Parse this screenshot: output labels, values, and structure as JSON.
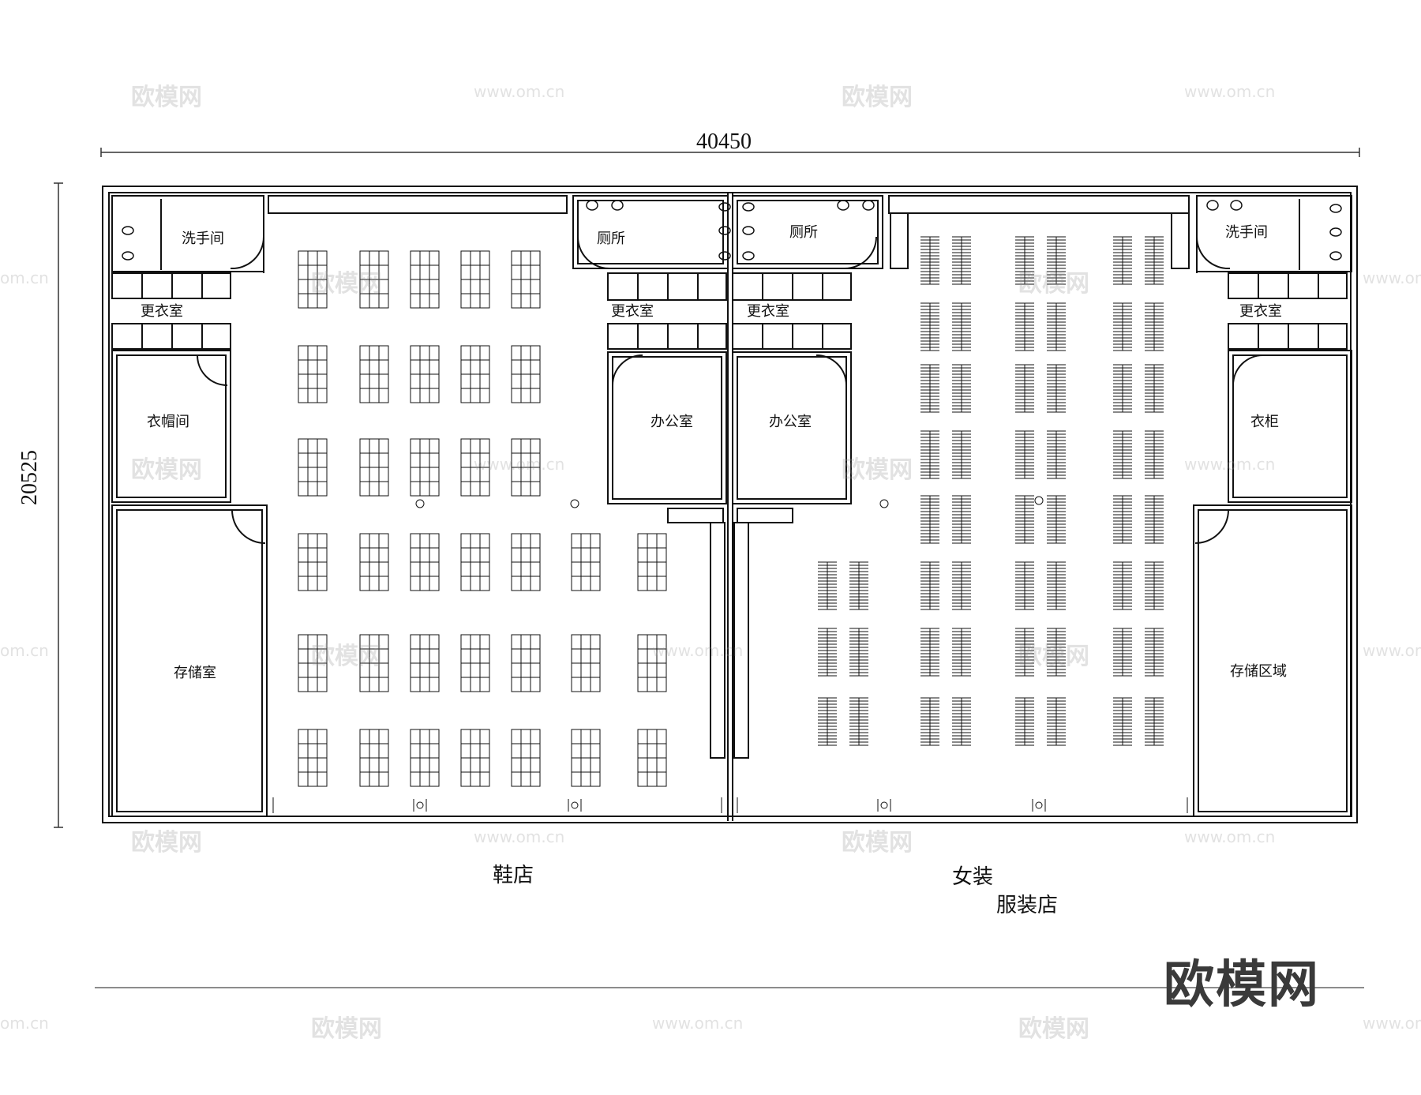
{
  "dimensions": {
    "width_label": "40450",
    "height_label": "20525"
  },
  "rooms": {
    "washroom_left": "洗手间",
    "washroom_right": "洗手间",
    "toilet_left": "厕所",
    "toilet_right": "厕所",
    "changing_1": "更衣室",
    "changing_2": "更衣室",
    "changing_3": "更衣室",
    "changing_4": "更衣室",
    "hat_room": "衣帽间",
    "office_left": "办公室",
    "office_right": "办公室",
    "wardrobe": "衣柜",
    "storage_room": "存储室",
    "storage_area": "存储区域"
  },
  "stores": {
    "shoe_store": "鞋店",
    "womens_wear": "女装",
    "clothing_store": "服装店"
  },
  "watermark": {
    "brand": "欧模网",
    "url": "www.om.cn",
    "url_short": "om.cn"
  },
  "logo": "欧模网",
  "colors": {
    "line": "#111111",
    "dim_line": "#333333",
    "watermark": "#b0b0b0"
  }
}
